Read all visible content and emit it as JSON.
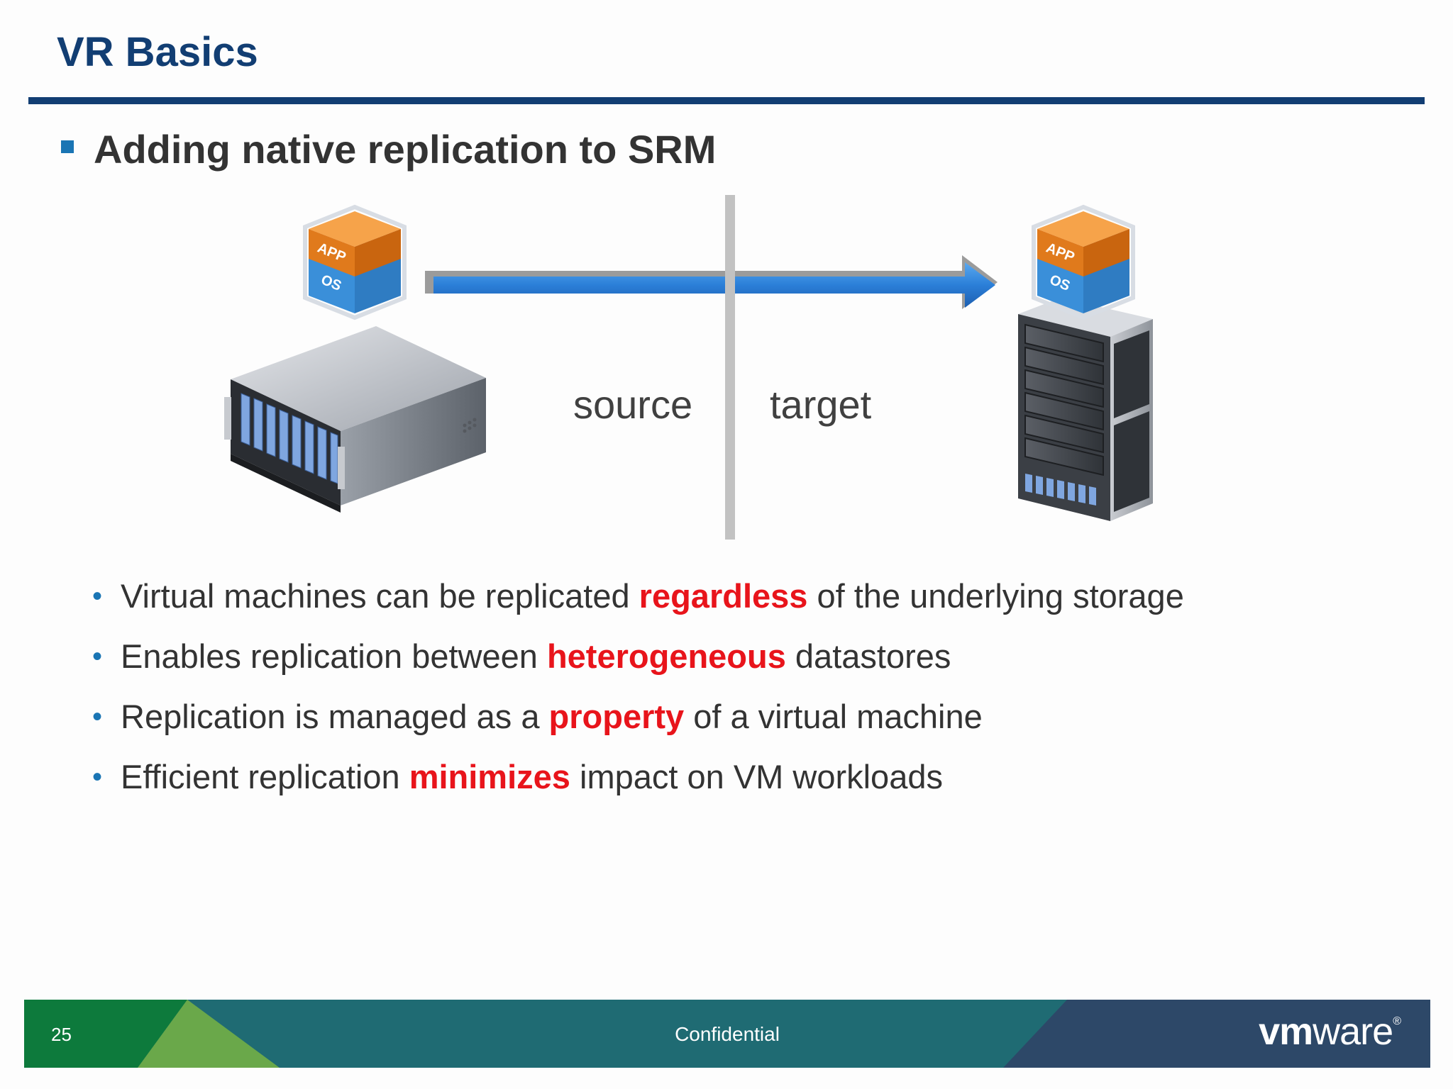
{
  "slide": {
    "title": "VR Basics",
    "subheading": "Adding native replication to SRM"
  },
  "diagram": {
    "source_label": "source",
    "target_label": "target",
    "vm_icon_app": "APP",
    "vm_icon_os": "OS",
    "arrow_color": "#2b7fd8",
    "divider_color": "#c2c2c2"
  },
  "bullets": [
    {
      "before": "Virtual machines can be replicated ",
      "highlight": "regardless",
      "after": " of the underlying storage"
    },
    {
      "before": "Enables replication between ",
      "highlight": "heterogeneous",
      "after": " datastores"
    },
    {
      "before": "Replication is managed as a ",
      "highlight": "property",
      "after": " of a virtual machine"
    },
    {
      "before": "Efficient replication ",
      "highlight": "minimizes",
      "after": " impact on VM workloads"
    }
  ],
  "footer": {
    "page_number": "25",
    "confidential": "Confidential",
    "logo_vm": "vm",
    "logo_ware": "ware",
    "logo_reg": "®"
  },
  "colors": {
    "title": "#123e73",
    "highlight": "#e8141b",
    "footer_green": "#0d7a3c",
    "footer_teal": "#1f6b73",
    "footer_navy": "#2d4868"
  }
}
